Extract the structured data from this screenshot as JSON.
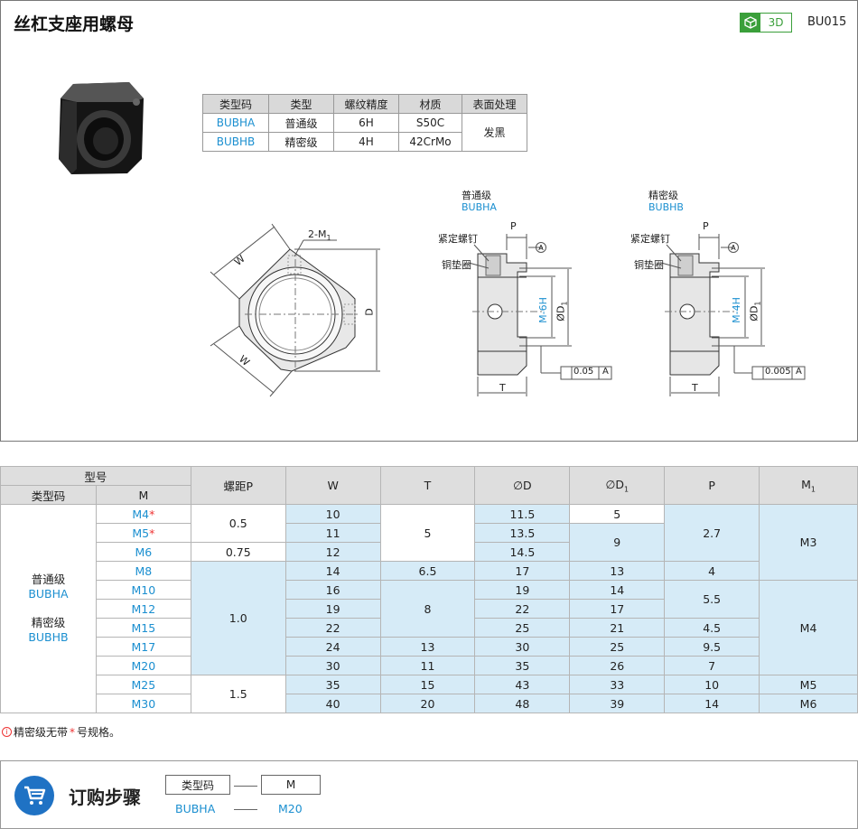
{
  "header": {
    "title": "丝杠支座用螺母",
    "badge": "3D",
    "code": "BU015"
  },
  "spec_table": {
    "headers": [
      "类型码",
      "类型",
      "螺纹精度",
      "材质",
      "表面处理"
    ],
    "rows": [
      {
        "code": "BUBHA",
        "type": "普通级",
        "precision": "6H",
        "material": "S50C"
      },
      {
        "code": "BUBHB",
        "type": "精密级",
        "precision": "4H",
        "material": "42CrMo"
      }
    ],
    "surface": "发黑"
  },
  "drawing": {
    "front": {
      "m1": "2-M",
      "m1_sub": "1",
      "w_top": "W",
      "w_bottom": "W",
      "d": "D"
    },
    "normal": {
      "title": "普通级",
      "code": "BUBHA",
      "p": "P",
      "set_screw": "紧定螺钉",
      "pad": "铜垫圈",
      "datum": "A",
      "thread": "M-6H",
      "od": "ØD",
      "od_sub": "1",
      "tol": "0.05",
      "tol_ref": "A",
      "t": "T"
    },
    "precise": {
      "title": "精密级",
      "code": "BUBHB",
      "p": "P",
      "set_screw": "紧定螺钉",
      "pad": "铜垫圈",
      "datum": "A",
      "thread": "M-4H",
      "od": "ØD",
      "od_sub": "1",
      "tol": "0.005",
      "tol_ref": "A",
      "t": "T"
    }
  },
  "main_table": {
    "group_header": "型号",
    "sub_headers": [
      "类型码",
      "M"
    ],
    "headers": [
      "螺距P",
      "W",
      "T",
      "∅D",
      "∅D",
      "P",
      "M"
    ],
    "d1_sub": "1",
    "m1_sub": "1",
    "type_labels": {
      "normal": "普通级",
      "normal_code": "BUBHA",
      "precise": "精密级",
      "precise_code": "BUBHB"
    },
    "rows": [
      {
        "m": "M4",
        "star": "*",
        "w": "10",
        "d": "11.5",
        "d1": "5"
      },
      {
        "m": "M5",
        "star": "*",
        "w": "11",
        "d": "13.5"
      },
      {
        "m": "M6",
        "star": "",
        "w": "12",
        "d": "14.5"
      },
      {
        "m": "M8",
        "star": "",
        "w": "14",
        "d": "17",
        "d1": "13"
      },
      {
        "m": "M10",
        "star": "",
        "w": "16",
        "d": "19",
        "d1": "14"
      },
      {
        "m": "M12",
        "star": "",
        "w": "19",
        "d": "22",
        "d1": "17"
      },
      {
        "m": "M15",
        "star": "",
        "w": "22",
        "d": "25",
        "d1": "21"
      },
      {
        "m": "M17",
        "star": "",
        "w": "24",
        "d": "30",
        "d1": "25"
      },
      {
        "m": "M20",
        "star": "",
        "w": "30",
        "d": "35",
        "d1": "26"
      },
      {
        "m": "M25",
        "star": "",
        "w": "35",
        "d": "43",
        "d1": "33"
      },
      {
        "m": "M30",
        "star": "",
        "w": "40",
        "d": "48",
        "d1": "39"
      }
    ],
    "pitch": [
      "0.5",
      "0.75",
      "1.0",
      "1.5"
    ],
    "t": [
      "5",
      "6.5",
      "8",
      "13",
      "11",
      "15",
      "20"
    ],
    "d1_merged": "9",
    "p": [
      "2.7",
      "4",
      "5.5",
      "4.5",
      "9.5",
      "7",
      "10",
      "14"
    ],
    "m1": [
      "M3",
      "M4",
      "M5",
      "M6"
    ]
  },
  "note": {
    "prefix": "精密级无带",
    "star": "*",
    "suffix": "号规格。"
  },
  "order": {
    "title": "订购步骤",
    "box1": "类型码",
    "box2": "M",
    "val1": "BUBHA",
    "val2": "M20"
  }
}
